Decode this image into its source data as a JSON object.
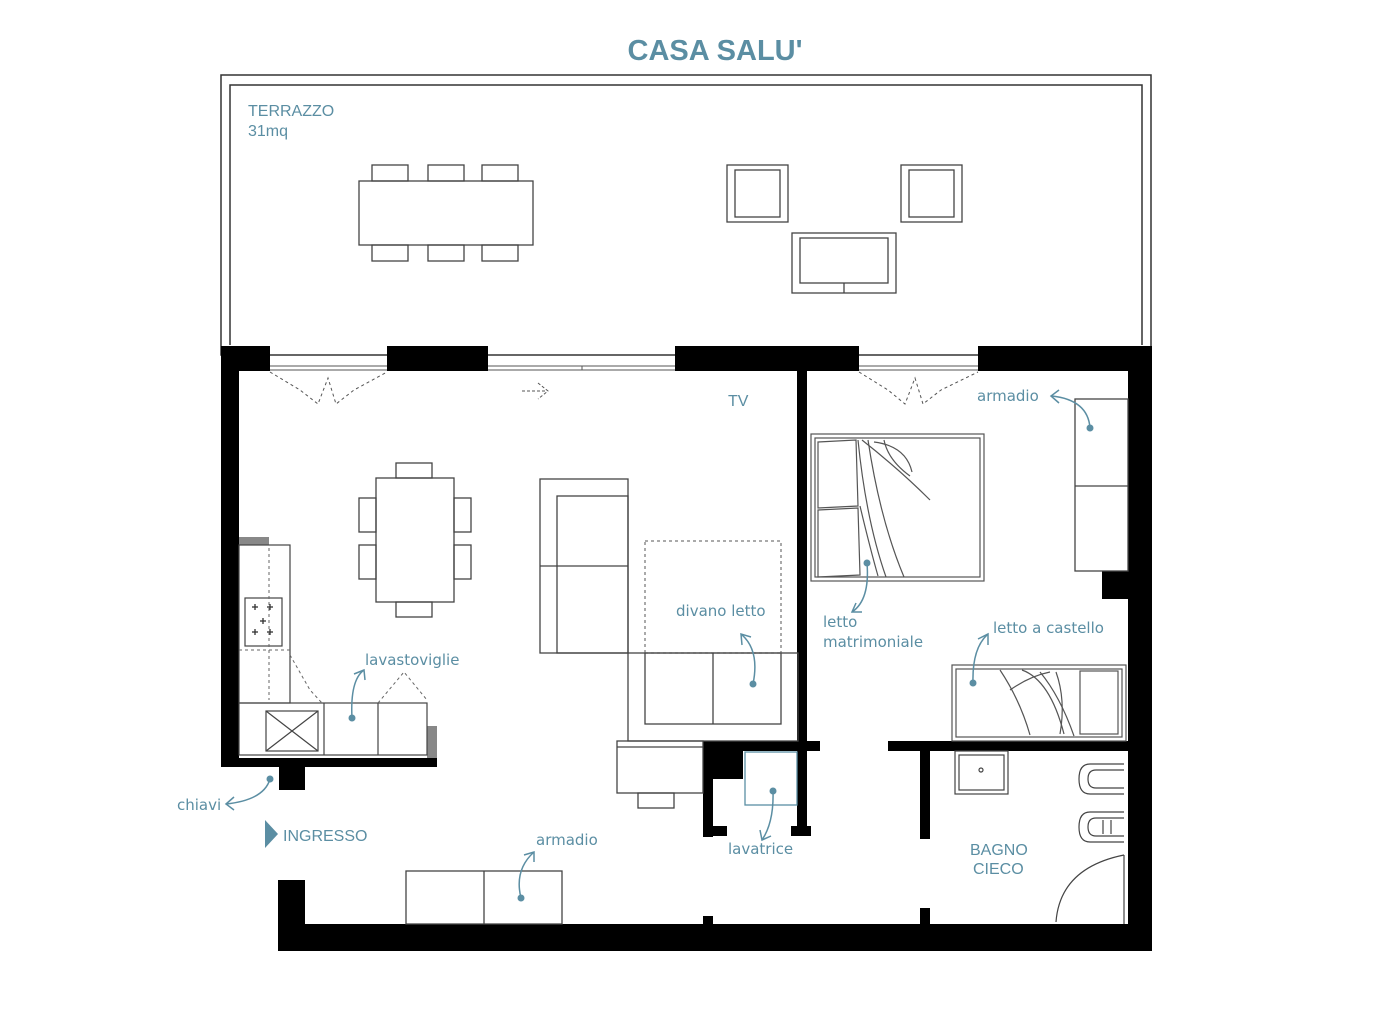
{
  "title": "CASA SALU'",
  "colors": {
    "accent": "#5b8ea3",
    "wall": "#000000",
    "line": "#444444"
  },
  "labels": {
    "terrace": "TERRAZZO",
    "terrace_area": "31mq",
    "tv": "TV",
    "wardrobe_bedroom": "armadio",
    "sofa_bed": "divano letto",
    "double_bed_1": "letto",
    "double_bed_2": "matrimoniale",
    "bunk_bed": "letto a castello",
    "dishwasher": "lavastoviglie",
    "keys": "chiavi",
    "entrance": "INGRESSO",
    "wardrobe_entrance": "armadio",
    "washing_machine": "lavatrice",
    "bathroom_1": "BAGNO",
    "bathroom_2": "CIECO"
  }
}
